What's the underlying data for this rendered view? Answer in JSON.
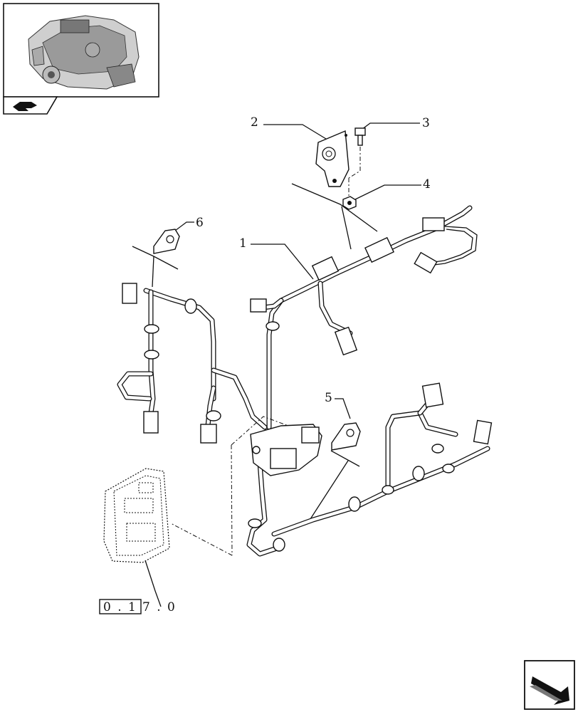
{
  "diagram": {
    "callouts": [
      {
        "id": "1",
        "label": "1"
      },
      {
        "id": "2",
        "label": "2"
      },
      {
        "id": "3",
        "label": "3"
      },
      {
        "id": "4",
        "label": "4"
      },
      {
        "id": "5",
        "label": "5"
      },
      {
        "id": "6",
        "label": "6"
      }
    ],
    "reference": {
      "boxed": "0 . 1",
      "rest": "7 . 0"
    }
  },
  "icons": {
    "thumbnail": "engine-thumbnail-icon",
    "view": "hand-pointer-icon",
    "nav": "next-page-arrow-icon"
  }
}
